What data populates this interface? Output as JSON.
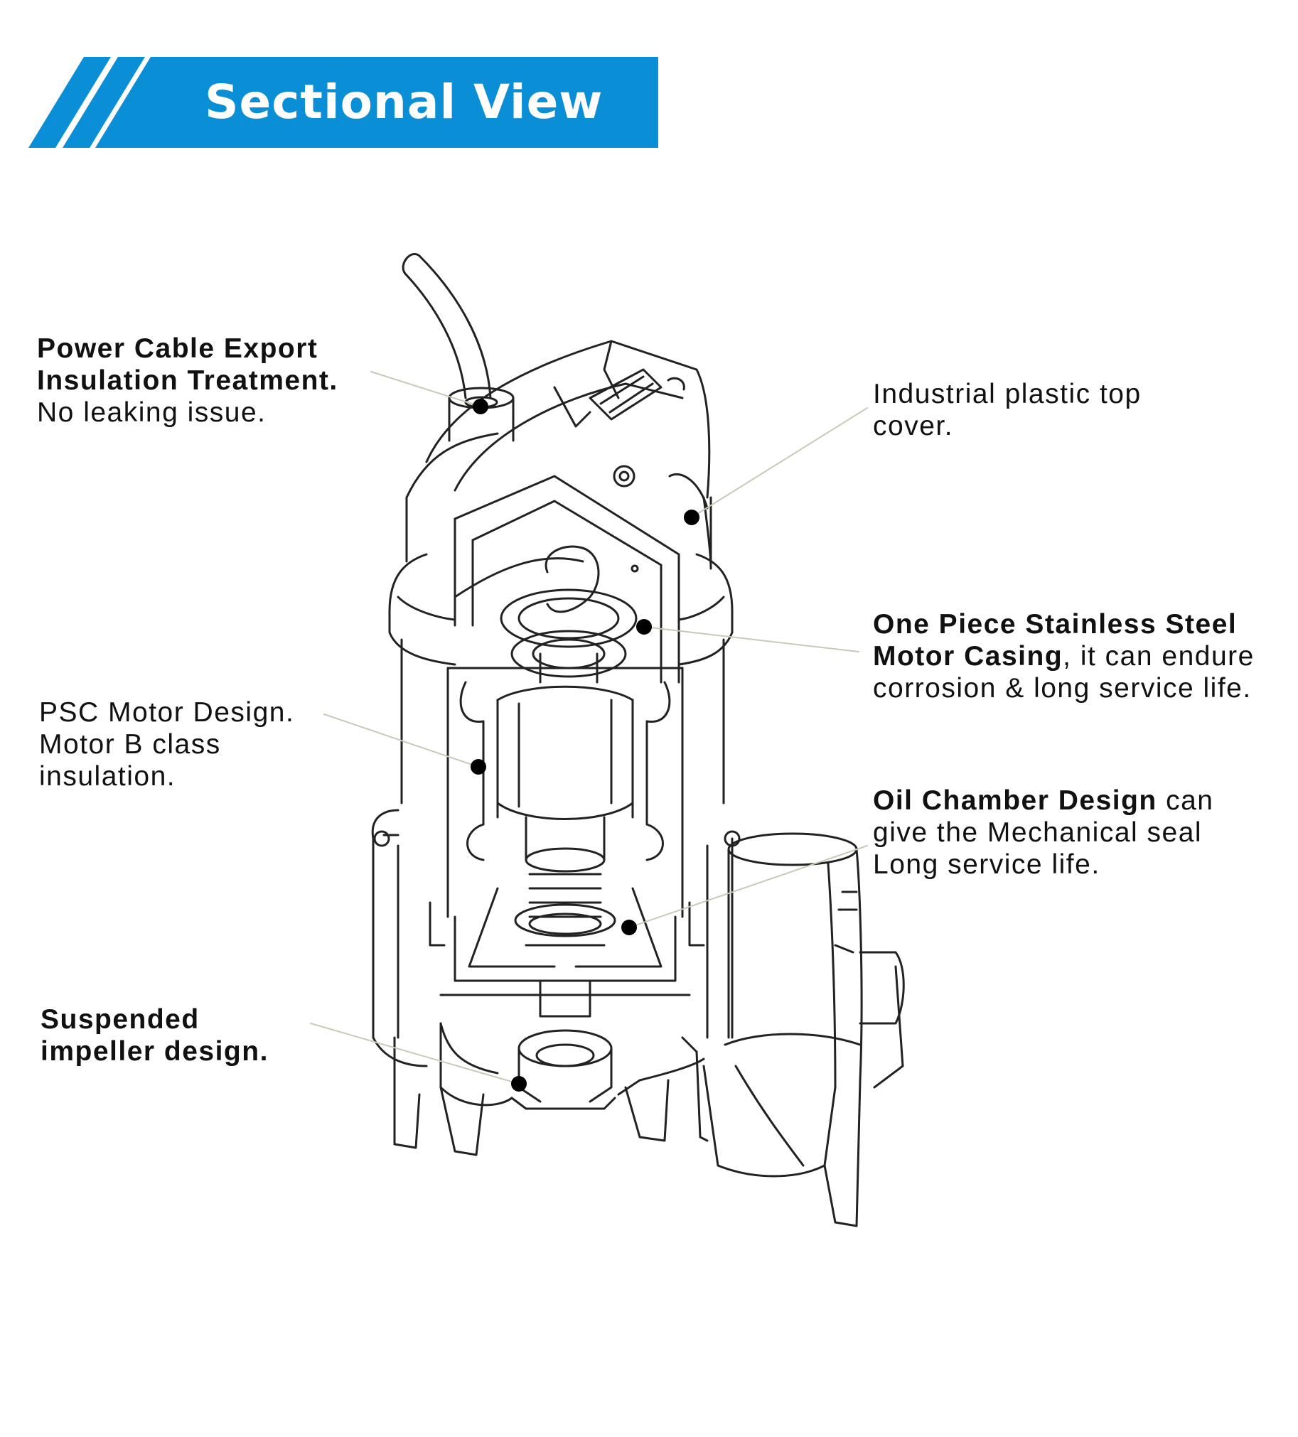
{
  "banner": {
    "title": "Sectional View",
    "color": "#0a8fd6"
  },
  "callouts": {
    "power_cable": {
      "line1": "Power Cable Export",
      "line2": "Insulation Treatment.",
      "line3": "No leaking issue."
    },
    "top_cover": {
      "line1": "Industrial plastic top",
      "line2": "cover."
    },
    "casing": {
      "line1_bold": "One Piece Stainless Steel",
      "line2_bold": "Motor Casing",
      "line2_rest": ", it can endure",
      "line3": "corrosion & long service life."
    },
    "motor": {
      "line1": "PSC Motor Design.",
      "line2": "Motor B class",
      "line3": "insulation."
    },
    "oil": {
      "line1_bold": "Oil Chamber Design",
      "line1_rest": " can",
      "line2": "give the Mechanical seal",
      "line3": "Long service life."
    },
    "impeller": {
      "line1": "Suspended",
      "line2": "impeller design."
    }
  },
  "colors": {
    "leader_line": "#c9c9b8",
    "drawing_stroke": "#222222",
    "dot": "#000000"
  }
}
